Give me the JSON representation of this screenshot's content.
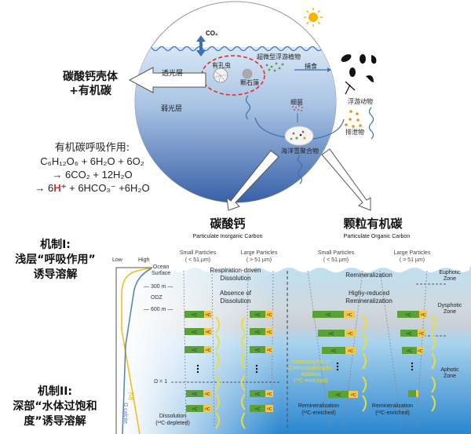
{
  "top_panel": {
    "co2_label": "CO₂",
    "photic_layer": "透光层",
    "dim_layer": "弱光层",
    "foraminifera": "有孔虫",
    "coccolithophore": "颗石藻",
    "picoplankton": "超微型浮游植物",
    "predation": "捕食",
    "bacteria": "细菌",
    "zooplankton": "浮游动物",
    "fecal_pellets": "排泄物",
    "marine_snow": "海洋雪聚合物",
    "colors": {
      "ocean_top": "#c9dcf0",
      "ocean_bottom": "#2c56a0",
      "sun": "#f7b500",
      "dash_circle": "#d9302c"
    }
  },
  "left_text": {
    "shell_label_line1": "碳酸钙壳体",
    "shell_label_line2": "+有机碳",
    "respiration_title": "有机碳呼吸作用:",
    "eq_line1": "C₆H₁₂O₆ + 6H₂O + 6O₂",
    "eq_line2": "→ 6CO₂ + 12H₂O",
    "eq_line3_prefix": "→ 6",
    "eq_line3_h": "H⁺",
    "eq_line3_suffix": " + 6HCO₃⁻ +6H₂O",
    "mechanism1_line1": "机制I:",
    "mechanism1_line2": "浅层“呼吸作用”",
    "mechanism1_line3": "诱导溶解",
    "mechanism2_line1": "机制II:",
    "mechanism2_line2": "深部“水体过饱和",
    "mechanism2_line3": "度”诱导溶解"
  },
  "branch_labels": {
    "pic_cn": "碳酸钙",
    "poc_cn": "颗粒有机碳",
    "pic_en": "Particulate Inorganic Carbon",
    "poc_en": "Particulate Organic Carbon"
  },
  "bottom_panel": {
    "profile": {
      "low": "Low",
      "high": "High",
      "o2_label": "[O]",
      "omega_label": "Ω calcite"
    },
    "depths": {
      "surface_1": "Ocean",
      "surface_2": "Surface",
      "d300": "— 300 m —",
      "odz": "ODZ",
      "d600": "— 600 m —",
      "omega1": "Ω = 1"
    },
    "columns": {
      "small_1": "Small Particles",
      "small_2": "( < 51 µm)",
      "large_1": "Large Particles",
      "large_2": "( > 51 µm)"
    },
    "pic_texts": {
      "resp_1": "Respiration-driven",
      "resp_2": "Dissolution",
      "absence_1": "Absence of",
      "absence_2": "Dissolution",
      "diss_1": "Dissolution",
      "diss_2": "(¹³C-depleted)"
    },
    "poc_texts": {
      "remin": "Remineralization",
      "reduced_1": "Highy-reduced",
      "reduced_2": "Remineralization",
      "add_1": "Heterotrophic or",
      "add_2": "Chemoautotrophic",
      "add_3": "Addition",
      "add_4": "(¹³C-enriched)",
      "remin_small_1": "Remineralization",
      "remin_small_2": "(¹³C-enriched)",
      "remin_large_1": "Remineralization",
      "remin_large_2": "(¹³C-enriched)"
    },
    "zones": {
      "euphotic_1": "Euphotic",
      "euphotic_2": "Zone",
      "dysphotic_1": "Dysphotic",
      "dysphotic_2": "Zone",
      "aphotic_1": "Aphotic",
      "aphotic_2": "Zone"
    },
    "isotope": {
      "c12": "¹²C",
      "c13": "¹³C"
    },
    "colors": {
      "green": "#5aa238",
      "yellow": "#f5c74a",
      "arc": "#e7e034",
      "o2_line": "#f0c020",
      "omega_line": "#5b86b5",
      "add_text": "#e0d83a"
    }
  }
}
